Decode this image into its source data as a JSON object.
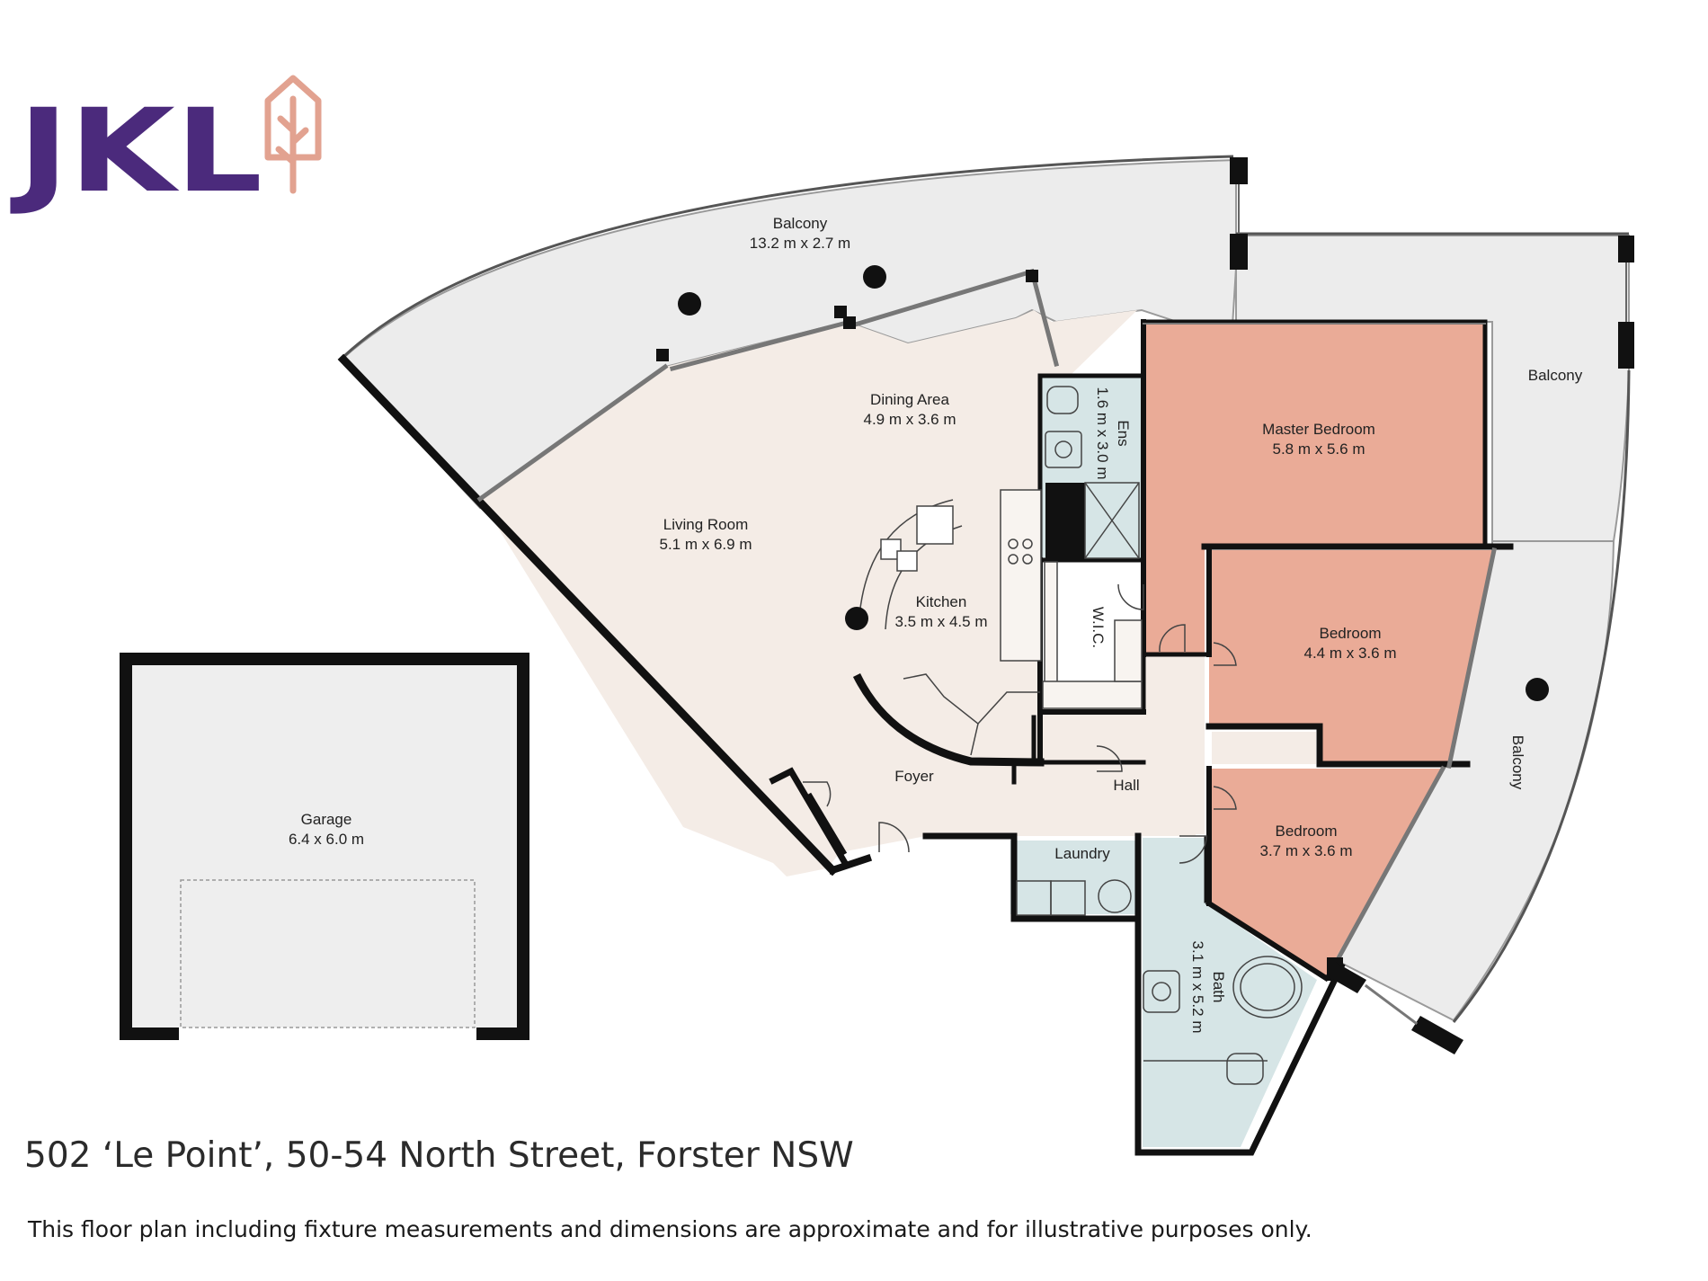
{
  "brand": {
    "logo_text": "JKL",
    "colors": {
      "logo_letters": "#4b2a7c",
      "logo_emblem": "#e2a290"
    },
    "emblem_icon": "tree-house-icon"
  },
  "rooms": {
    "balcony_main": {
      "name": "Balcony",
      "size": "13.2 m x 2.7 m"
    },
    "balcony_east": {
      "name": "Balcony"
    },
    "balcony_south": {
      "name": "Balcony"
    },
    "dining": {
      "name": "Dining Area",
      "size": "4.9 m x 3.6 m"
    },
    "living": {
      "name": "Living Room",
      "size": "5.1 m x 6.9 m"
    },
    "kitchen": {
      "name": "Kitchen",
      "size": "3.5 m x 4.5 m"
    },
    "ensuite": {
      "name": "Ens",
      "size": "1.6 m x 3.0 m"
    },
    "wic": {
      "name": "W.I.C."
    },
    "master": {
      "name": "Master Bedroom",
      "size": "5.8 m x 5.6 m"
    },
    "bedroom2": {
      "name": "Bedroom",
      "size": "4.4 m x 3.6 m"
    },
    "bedroom3": {
      "name": "Bedroom",
      "size": "3.7 m x 3.6 m"
    },
    "foyer": {
      "name": "Foyer"
    },
    "hall": {
      "name": "Hall"
    },
    "laundry": {
      "name": "Laundry"
    },
    "bath": {
      "name": "Bath",
      "size": "3.1 m x 5.2 m"
    },
    "garage": {
      "name": "Garage",
      "size": "6.4 x 6.0 m"
    }
  },
  "footer": {
    "address": "502 ‘Le Point’, 50-54 North Street, Forster NSW",
    "disclaimer": "This floor plan including fixture measurements and dimensions are approximate and for illustrative purposes only."
  },
  "colors": {
    "wall": "#111111",
    "living_fill": "#f4ece6",
    "balcony_fill": "#ececec",
    "bedroom_fill": "#eaab97",
    "wet_fill": "#d6e5e6",
    "garage_fill": "#eeeeee"
  }
}
